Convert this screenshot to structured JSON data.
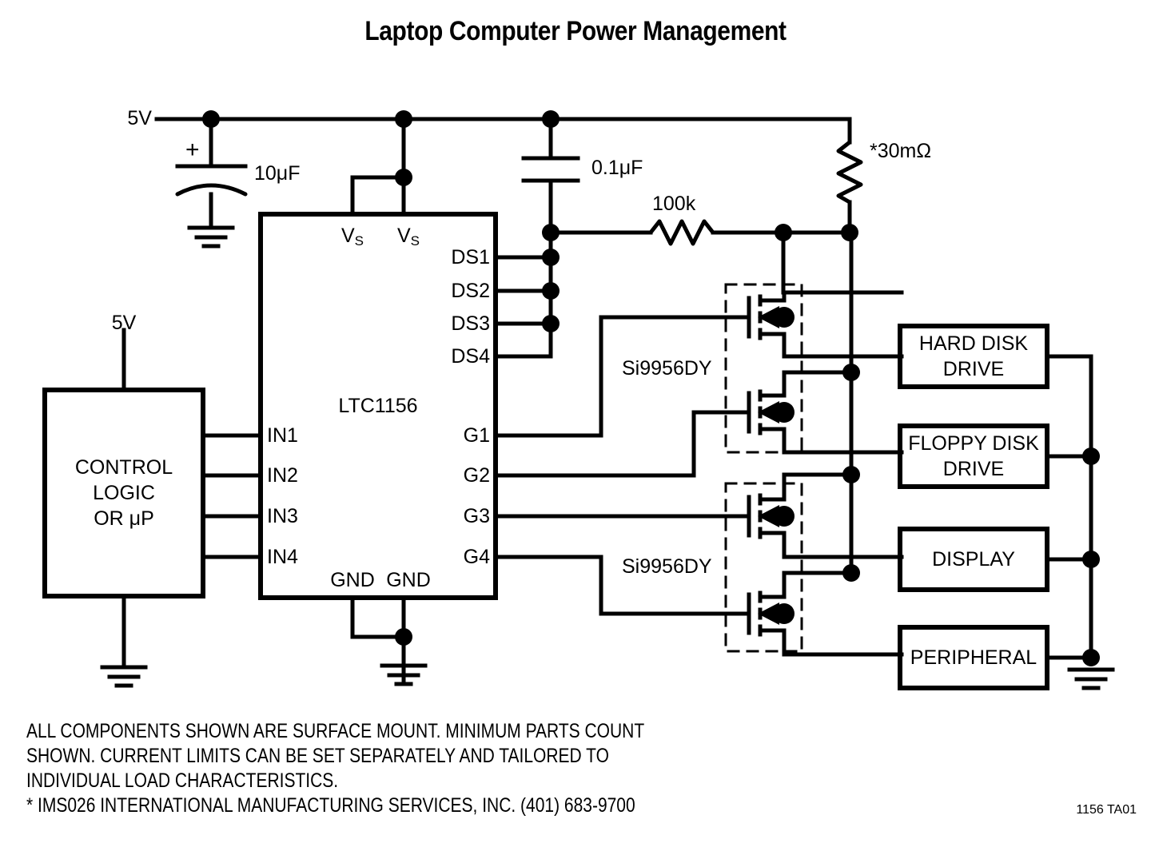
{
  "title": "Laptop Computer Power Management",
  "doc_id": "1156 TA01",
  "supplies": {
    "rail_5v": "5V",
    "logic_5v": "5V"
  },
  "components": {
    "c_bulk": "10μF",
    "c_bulk_polarity": "+",
    "c_bypass": "0.1μF",
    "r_pullup": "100k",
    "r_sense": "*30mΩ",
    "mosfet_pair_top": "Si9956DY",
    "mosfet_pair_bottom": "Si9956DY"
  },
  "ic": {
    "part_number": "LTC1156",
    "supply_pins": [
      "V",
      "V"
    ],
    "supply_pin_sub": "S",
    "inputs": [
      "IN1",
      "IN2",
      "IN3",
      "IN4"
    ],
    "gates": [
      "G1",
      "G2",
      "G3",
      "G4"
    ],
    "sense_pins": [
      "DS1",
      "DS2",
      "DS3",
      "DS4"
    ],
    "ground_pins": [
      "GND",
      "GND"
    ]
  },
  "control_block": {
    "line1": "CONTROL",
    "line2": "LOGIC",
    "line3": "OR μP"
  },
  "loads": [
    {
      "line1": "HARD DISK",
      "line2": "DRIVE"
    },
    {
      "line1": "FLOPPY DISK",
      "line2": "DRIVE"
    },
    {
      "line1": "DISPLAY",
      "line2": ""
    },
    {
      "line1": "PERIPHERAL",
      "line2": ""
    }
  ],
  "notes": {
    "body": "ALL COMPONENTS SHOWN ARE SURFACE MOUNT. MINIMUM PARTS COUNT\nSHOWN. CURRENT LIMITS CAN BE SET SEPARATELY AND TAILORED TO\nINDIVIDUAL LOAD CHARACTERISTICS.\n* IMS026 INTERNATIONAL MANUFACTURING SERVICES, INC. (401) 683-9700"
  },
  "colors": {
    "ink": "#000000",
    "background": "#ffffff"
  }
}
